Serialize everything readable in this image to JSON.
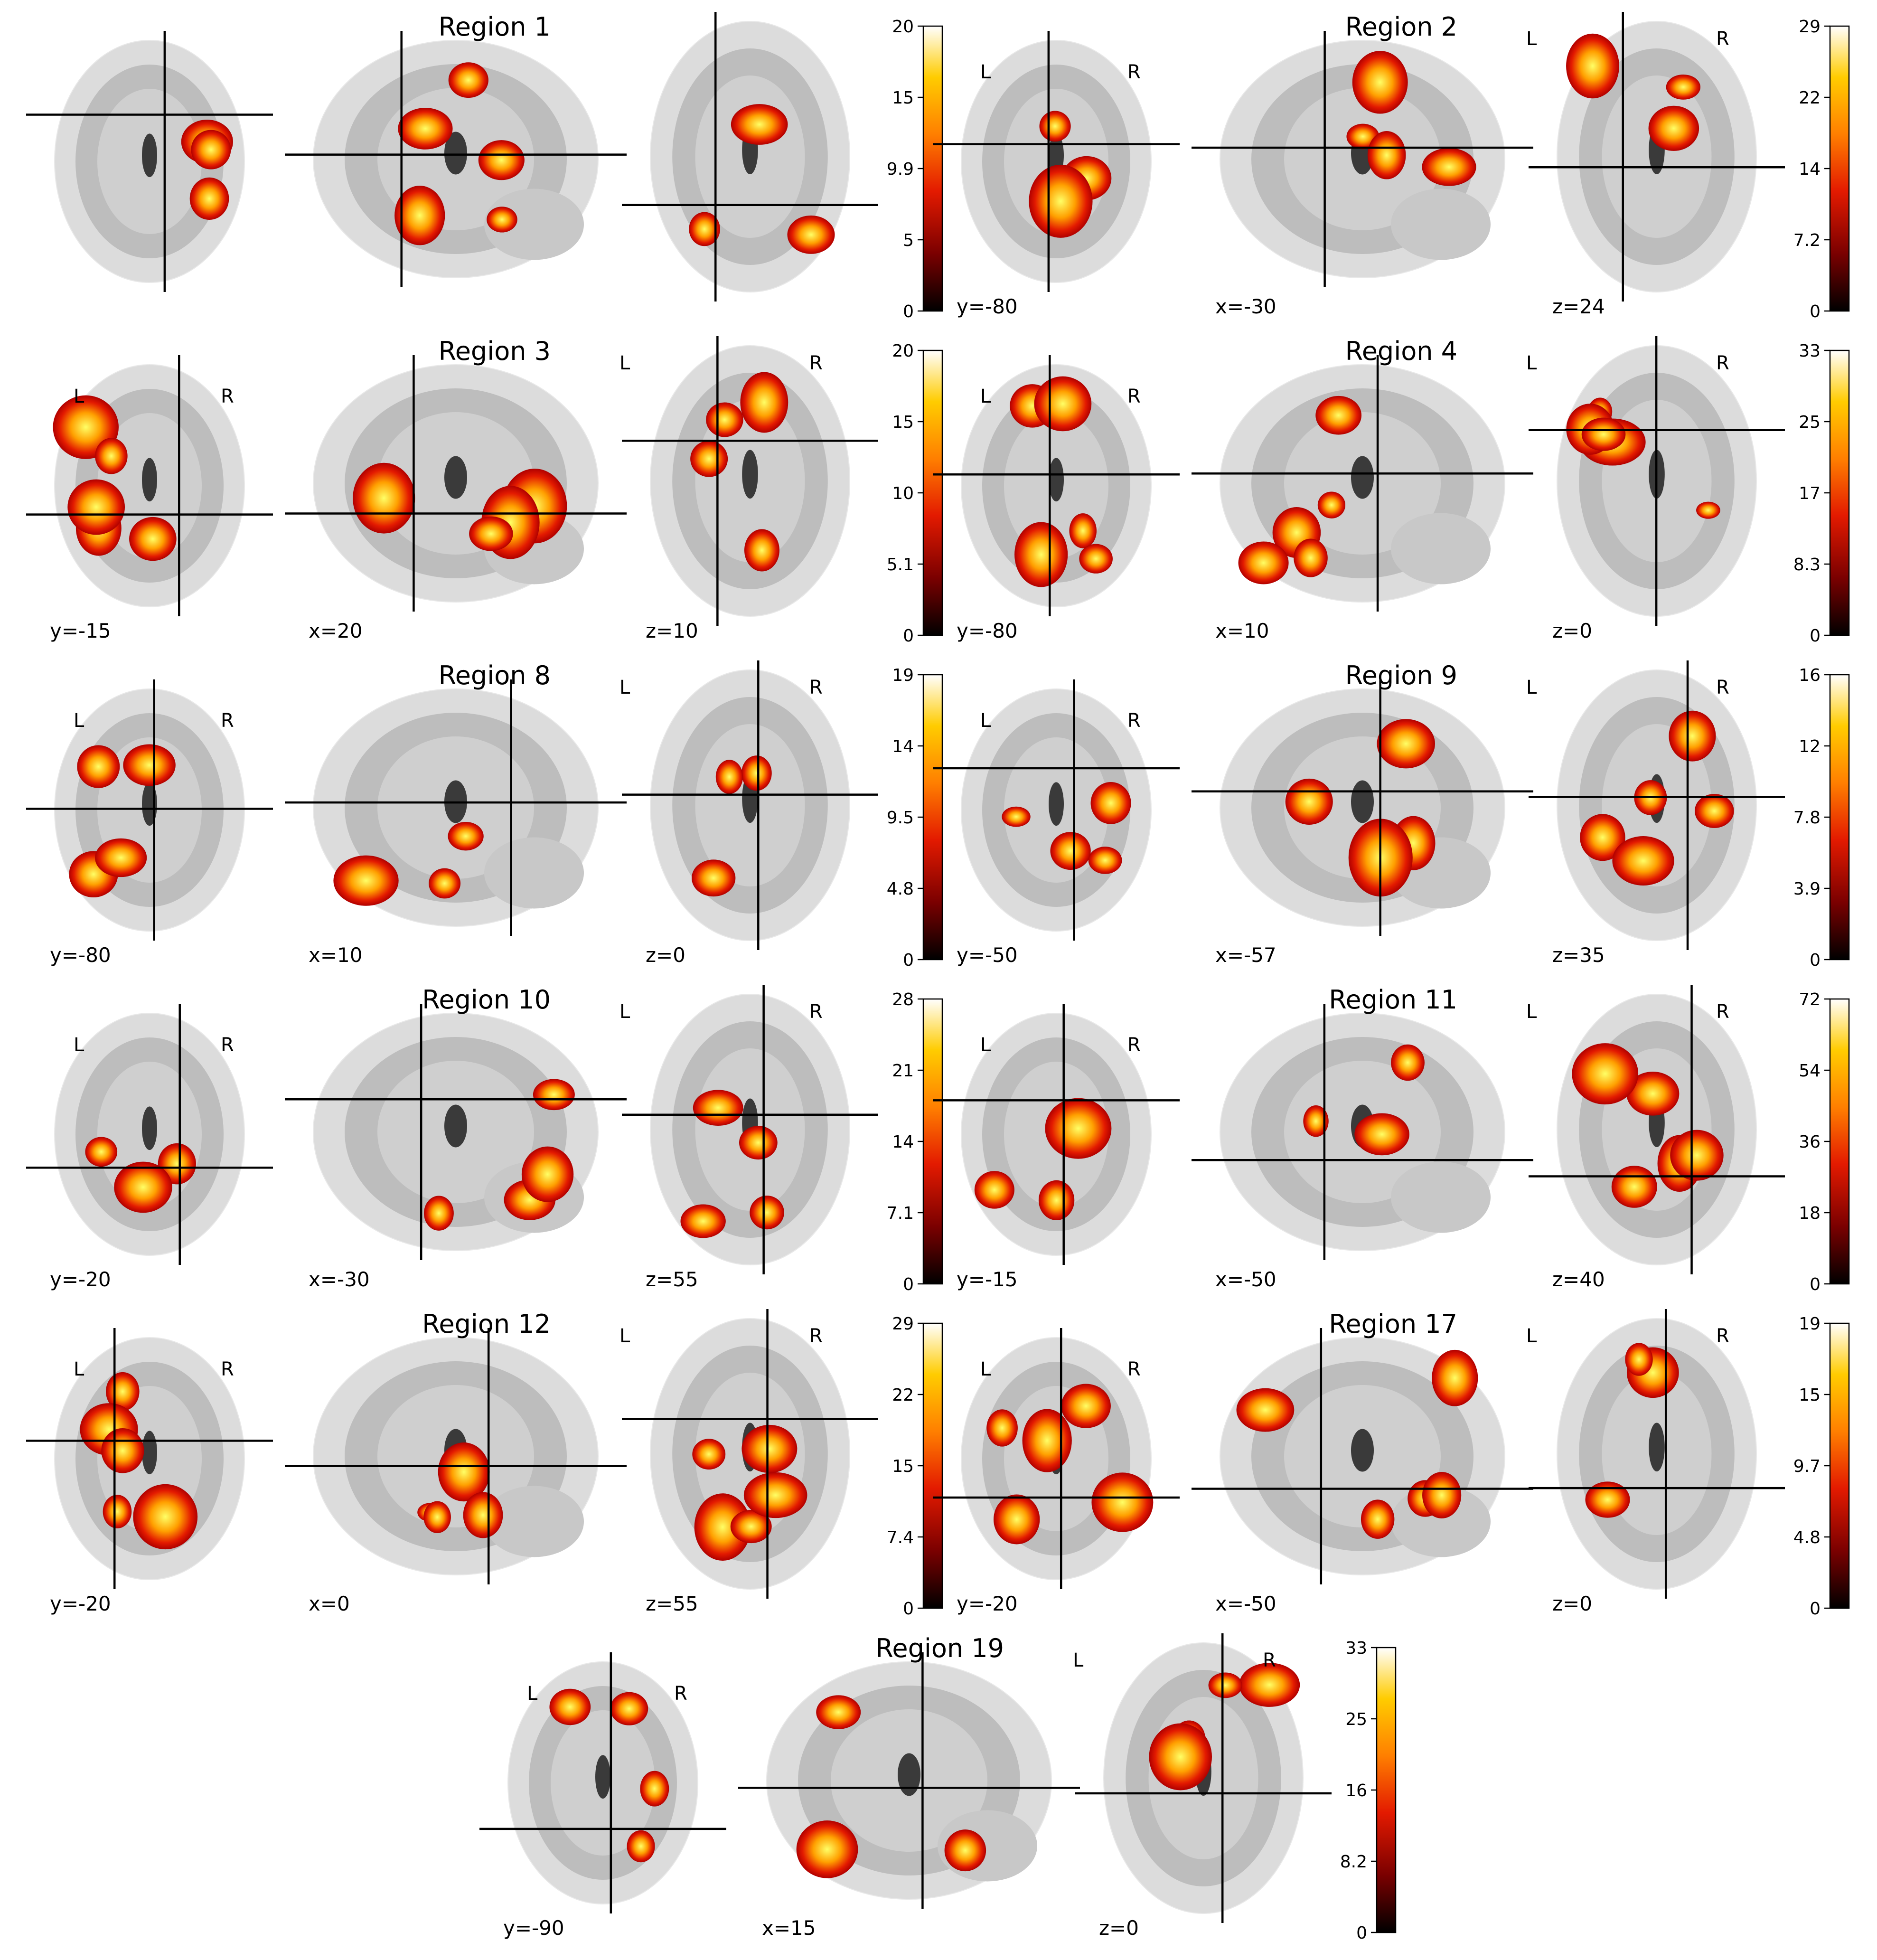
{
  "views": [
    "coronal",
    "sagittal",
    "axial"
  ],
  "hemisphere_labels": {
    "left": "L",
    "right": "R"
  },
  "colormap": {
    "name": "hot",
    "colors": [
      "#000000",
      "#7a0000",
      "#e31a00",
      "#ff7f00",
      "#ffcc00",
      "#ffffff"
    ]
  },
  "regions": [
    {
      "title": "Region 1",
      "coords": [
        "",
        "",
        ""
      ],
      "lr": [
        false,
        false
      ],
      "ticks": [
        "0",
        "5",
        "9.9",
        "15",
        "20"
      ]
    },
    {
      "title": "Region 2",
      "coords": [
        "y=-80",
        "x=-30",
        "z=24"
      ],
      "lr": [
        true,
        true
      ],
      "ticks": [
        "0",
        "7.2",
        "14",
        "22",
        "29"
      ]
    },
    {
      "title": "Region 3",
      "coords": [
        "y=-15",
        "x=20",
        "z=10"
      ],
      "lr": [
        true,
        true
      ],
      "ticks": [
        "0",
        "5.1",
        "10",
        "15",
        "20"
      ]
    },
    {
      "title": "Region 4",
      "coords": [
        "y=-80",
        "x=10",
        "z=0"
      ],
      "lr": [
        true,
        true
      ],
      "ticks": [
        "0",
        "8.3",
        "17",
        "25",
        "33"
      ]
    },
    {
      "title": "Region 8",
      "coords": [
        "y=-80",
        "x=10",
        "z=0"
      ],
      "lr": [
        true,
        true
      ],
      "ticks": [
        "0",
        "4.8",
        "9.5",
        "14",
        "19"
      ]
    },
    {
      "title": "Region 9",
      "coords": [
        "y=-50",
        "x=-57",
        "z=35"
      ],
      "lr": [
        true,
        true
      ],
      "ticks": [
        "0",
        "3.9",
        "7.8",
        "12",
        "16"
      ]
    },
    {
      "title": "Region 10",
      "coords": [
        "y=-20",
        "x=-30",
        "z=55"
      ],
      "lr": [
        true,
        true
      ],
      "ticks": [
        "0",
        "7.1",
        "14",
        "21",
        "28"
      ]
    },
    {
      "title": "Region 11",
      "coords": [
        "y=-15",
        "x=-50",
        "z=40"
      ],
      "lr": [
        true,
        true
      ],
      "ticks": [
        "0",
        "18",
        "36",
        "54",
        "72"
      ]
    },
    {
      "title": "Region 12",
      "coords": [
        "y=-20",
        "x=0",
        "z=55"
      ],
      "lr": [
        true,
        true
      ],
      "ticks": [
        "0",
        "7.4",
        "15",
        "22",
        "29"
      ]
    },
    {
      "title": "Region 17",
      "coords": [
        "y=-20",
        "x=-50",
        "z=0"
      ],
      "lr": [
        true,
        true
      ],
      "ticks": [
        "0",
        "4.8",
        "9.7",
        "15",
        "19"
      ]
    },
    {
      "title": "Region 19",
      "coords": [
        "y=-90",
        "x=15",
        "z=0"
      ],
      "lr": [
        true,
        true
      ],
      "ticks": [
        "0",
        "8.2",
        "16",
        "25",
        "33"
      ]
    }
  ]
}
